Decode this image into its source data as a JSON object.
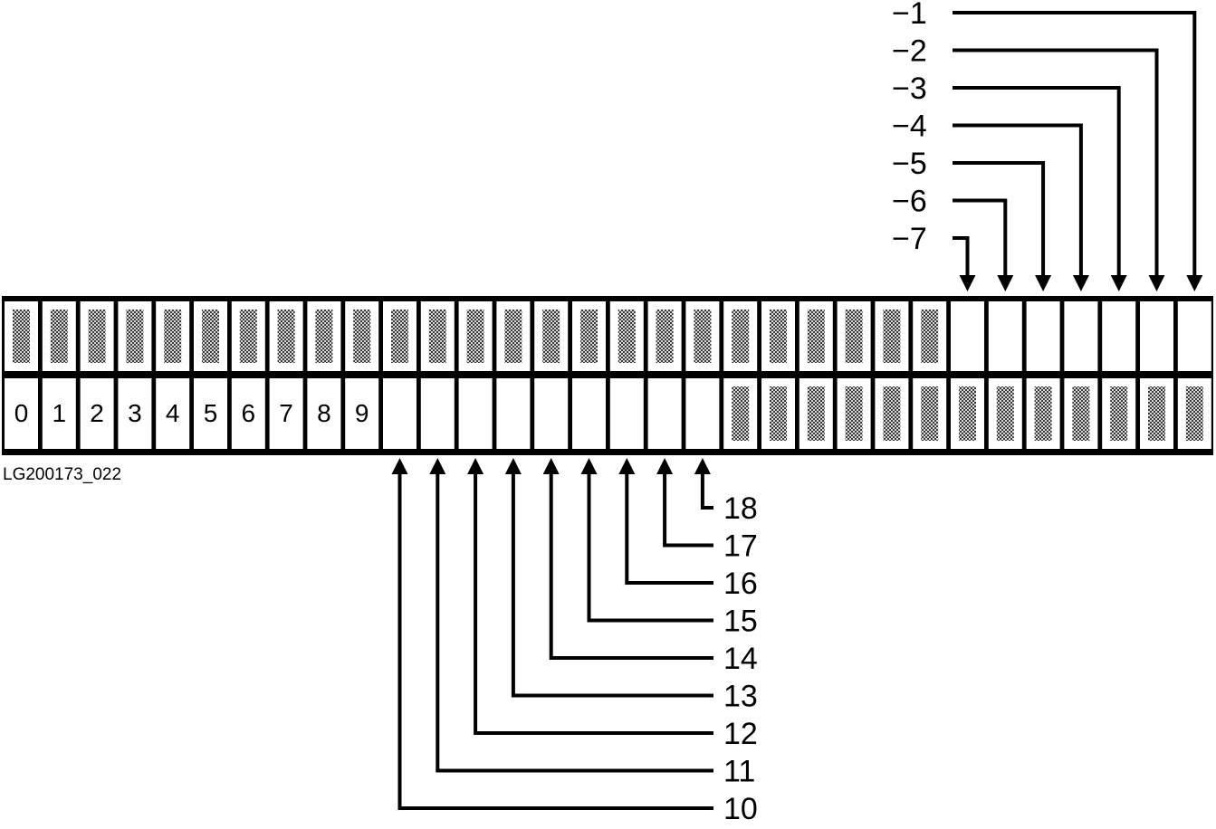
{
  "figure_id": "LG200173_022",
  "digit_labels": [
    "0",
    "1",
    "2",
    "3",
    "4",
    "5",
    "6",
    "7",
    "8",
    "9"
  ],
  "top_callouts": [
    "−1",
    "−2",
    "−3",
    "−4",
    "−5",
    "−6",
    "−7"
  ],
  "bottom_callouts": [
    "10",
    "11",
    "12",
    "13",
    "14",
    "15",
    "16",
    "17",
    "18"
  ],
  "colors": {
    "ink": "#000000",
    "paper": "#ffffff",
    "stipple_light": "#d8d8d8",
    "stipple_dark": "#3a3a3a"
  }
}
